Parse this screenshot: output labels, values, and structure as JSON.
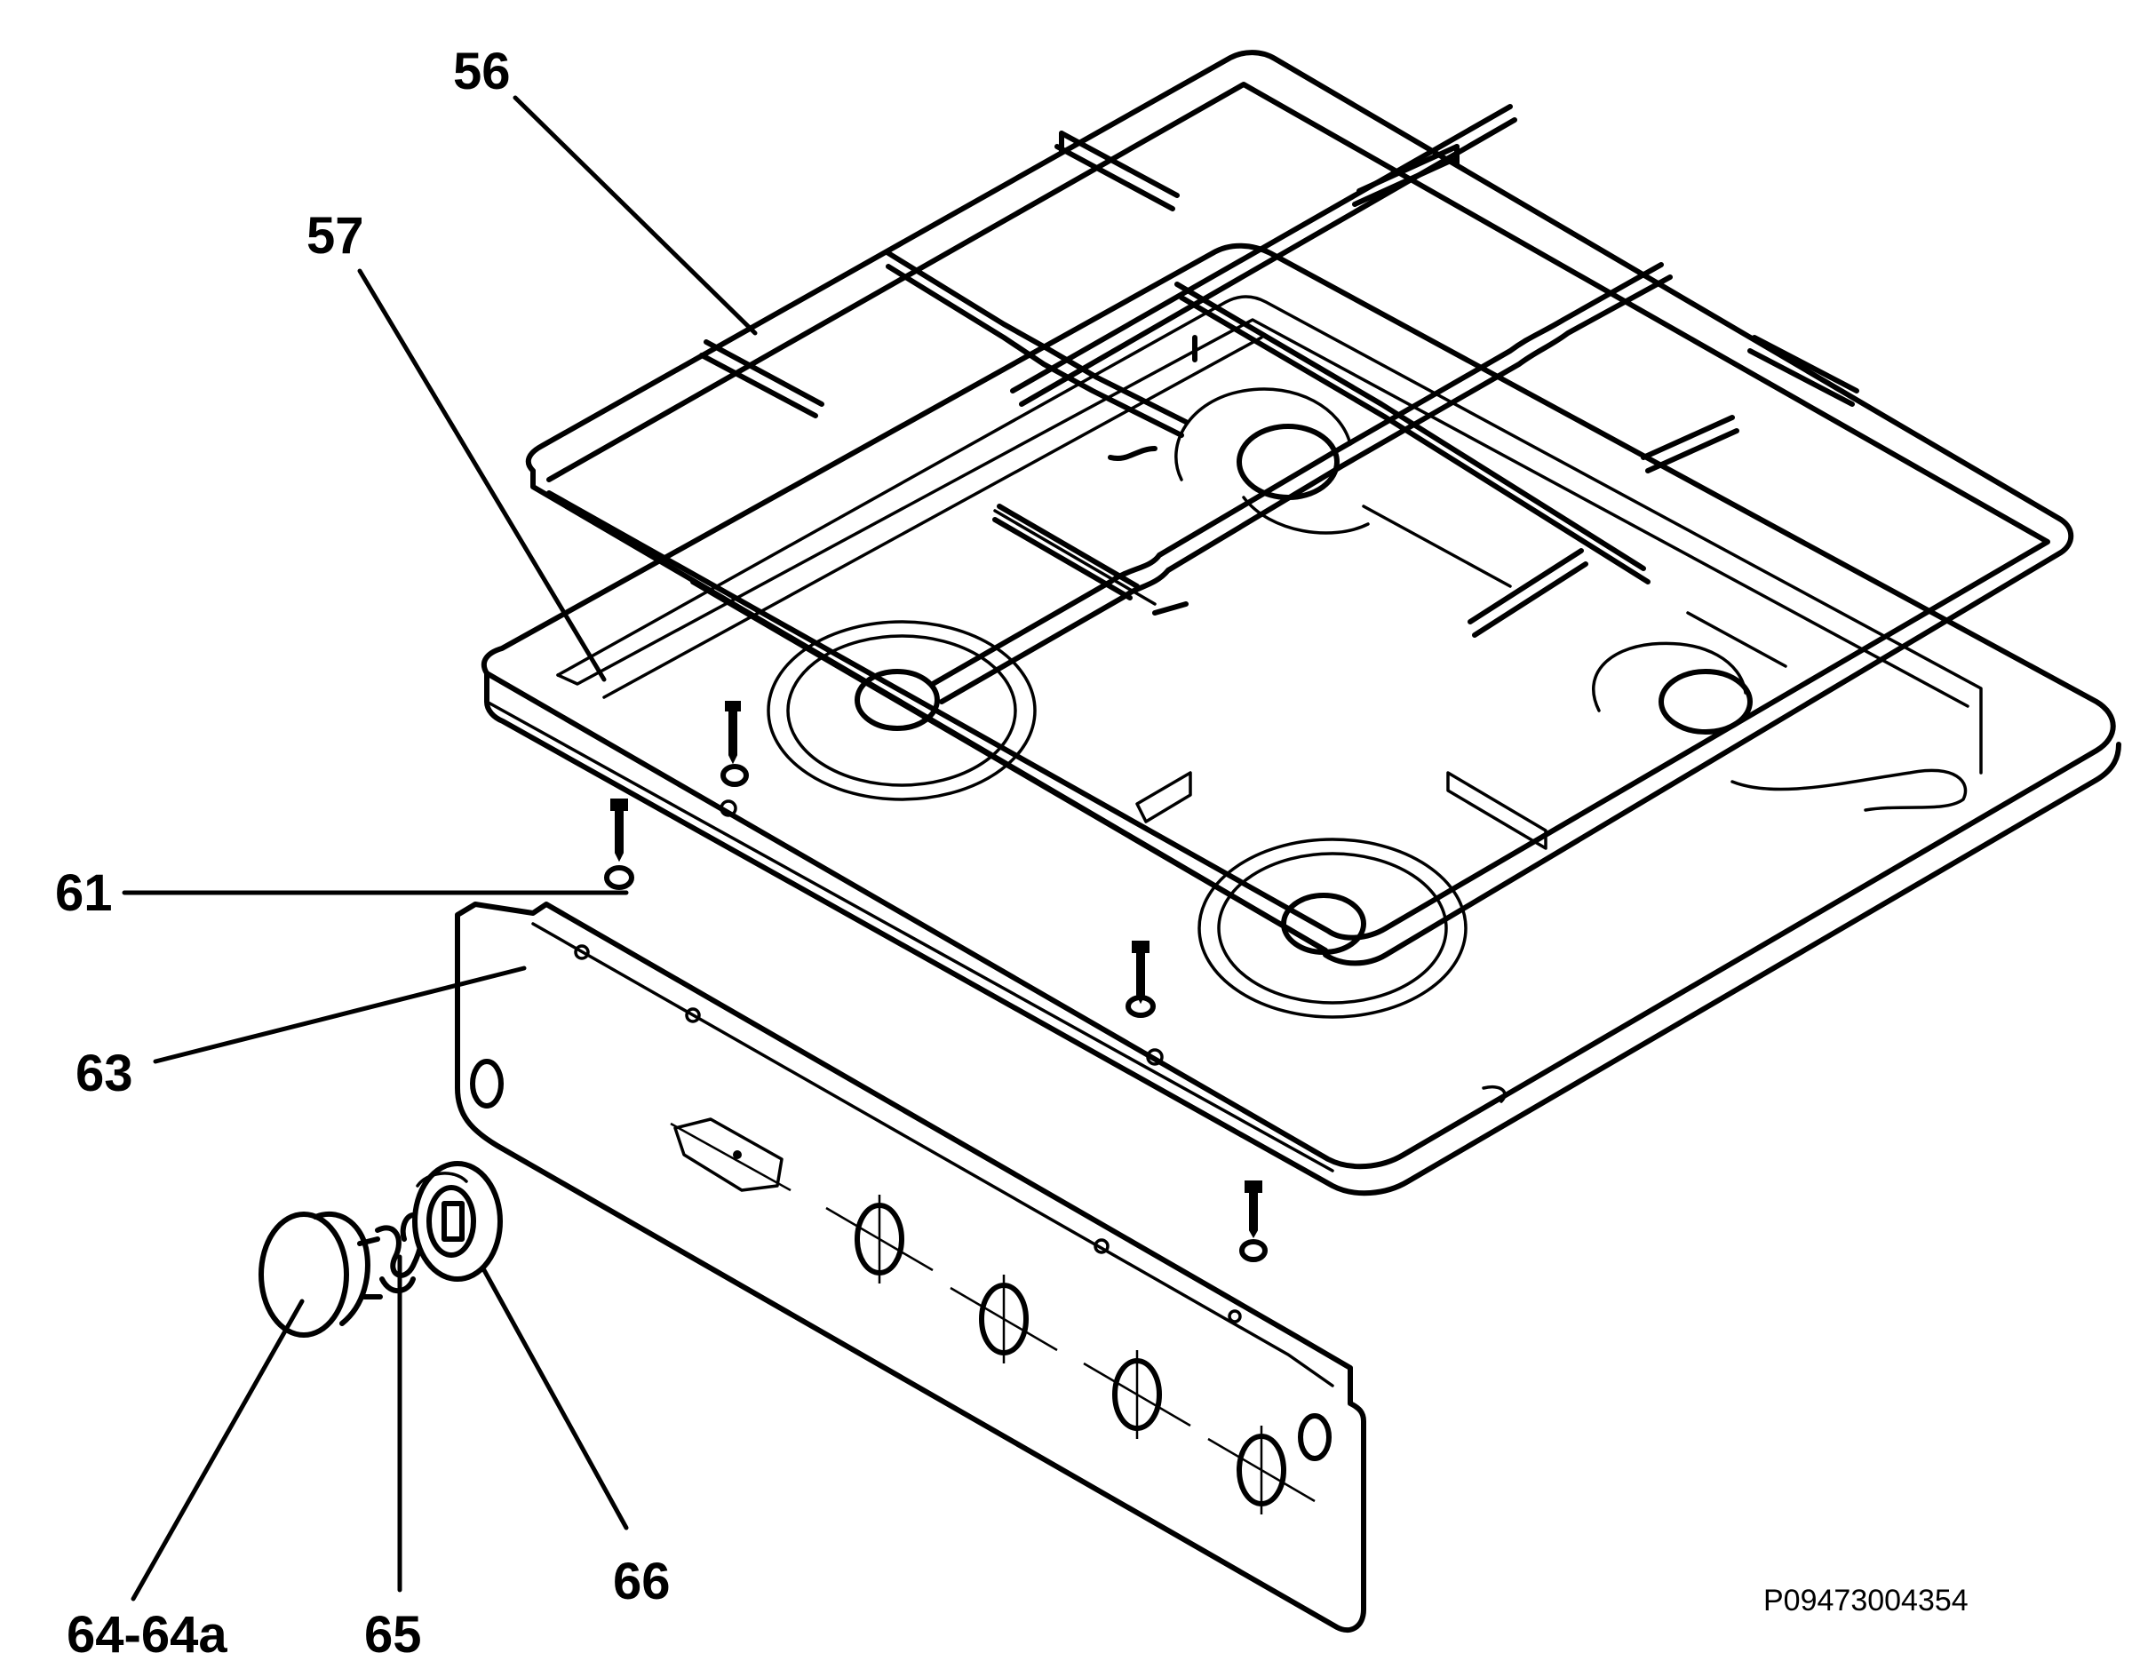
{
  "callouts": {
    "c56": "56",
    "c57": "57",
    "c61": "61",
    "c63": "63",
    "c64": "64-64a",
    "c65": "65",
    "c66": "66"
  },
  "drawing_code": "P09473004354"
}
